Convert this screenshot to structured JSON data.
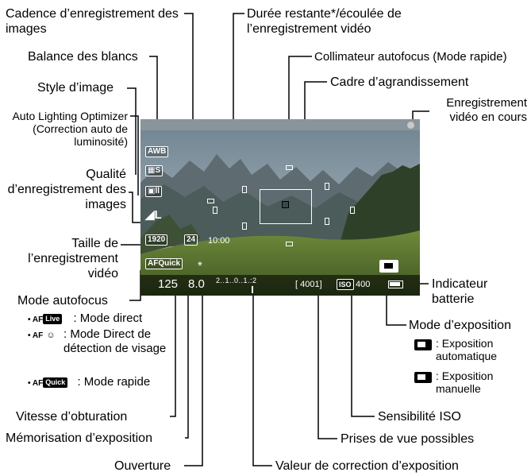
{
  "labels": {
    "cadence": "Cadence d’enregistrement des images",
    "duree": "Durée restante*/écoulée de l’enregistrement vidéo",
    "balance": "Balance des blancs",
    "collimateur": "Collimateur autofocus (Mode rapide)",
    "cadre": "Cadre d’agrandissement",
    "style": "Style d’image",
    "enr_en_cours": "Enregistrement vidéo en cours",
    "alo": "Auto Lighting Optimizer (Correction auto de luminosité)",
    "qualite": "Qualité d’enregistrement des images",
    "taille": "Taille de l’enregistrement vidéo",
    "mode_af": "Mode autofocus",
    "indicateur": "Indicateur batterie",
    "mode_expo": "Mode d’exposition",
    "vitesse": "Vitesse d’obturation",
    "iso": "Sensibilité ISO",
    "memorisation": "Mémorisation d’exposition",
    "prises": "Prises de vue possibles",
    "ouverture": "Ouverture",
    "correction": "Valeur de correction d’exposition"
  },
  "af_modes": [
    {
      "chip": "Live",
      "prefix": "• AF",
      "desc": ": Mode direct"
    },
    {
      "chip": "☺",
      "prefix": "• AF",
      "desc": ": Mode Direct de détection de visage"
    },
    {
      "chip": "Quick",
      "prefix": "• AF",
      "desc": ": Mode rapide"
    }
  ],
  "expo_modes": [
    {
      "icon": "movie-auto-icon",
      "desc": ": Exposition automatique"
    },
    {
      "icon": "movie-manual-icon",
      "desc": ": Exposition manuelle"
    }
  ],
  "screen": {
    "wb": "AWB",
    "style": "S",
    "quality": "L",
    "size": "1920",
    "fps": "24",
    "time": "10:00",
    "af_mode": "AFQuick",
    "ae_lock": "*",
    "shutter": "125",
    "aperture": "8.0",
    "exposure_scale": "2..1..0..1.:2",
    "shots": "[ 4001]",
    "iso_label": "ISO",
    "iso_value": "400"
  },
  "colors": {
    "sky": "#7d8d96",
    "top_bar": "#8a949b",
    "rec_dot": "#c9c9c9",
    "hill_near": "#4d6a2e",
    "hill_mid": "#3f5a3a",
    "mountains": "#5e6b70"
  }
}
